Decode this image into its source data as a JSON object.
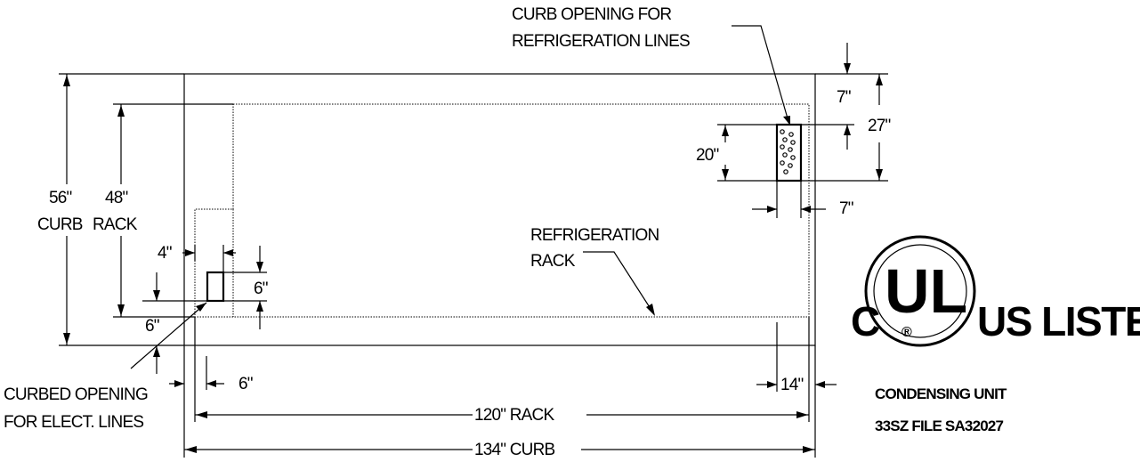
{
  "labels": {
    "curb_opening_line1": "CURB OPENING FOR",
    "curb_opening_line2": "REFRIGERATION LINES",
    "dim_7_top": "7\"",
    "dim_27": "27\"",
    "dim_20": "20\"",
    "dim_7_right": "7\"",
    "dim_56": "56\"",
    "dim_48": "48\"",
    "curb_word": "CURB",
    "rack_word": "RACK",
    "dim_4": "4\"",
    "dim_6_opening": "6\"",
    "dim_6_bottom": "6\"",
    "dim_6_lower": "6\"",
    "refrig_rack_line1": "REFRIGERATION",
    "refrig_rack_line2": "RACK",
    "dim_14": "14\"",
    "elect_line1": "CURBED OPENING",
    "elect_line2": "FOR ELECT. LINES",
    "rack_120": "120\" RACK",
    "curb_134": "134\" CURB"
  },
  "ul_mark": {
    "c": "C",
    "ul": "UL",
    "registered": "®",
    "us_listed": "US LISTED",
    "line1": "CONDENSING UNIT",
    "line2": "33SZ FILE SA32027"
  }
}
